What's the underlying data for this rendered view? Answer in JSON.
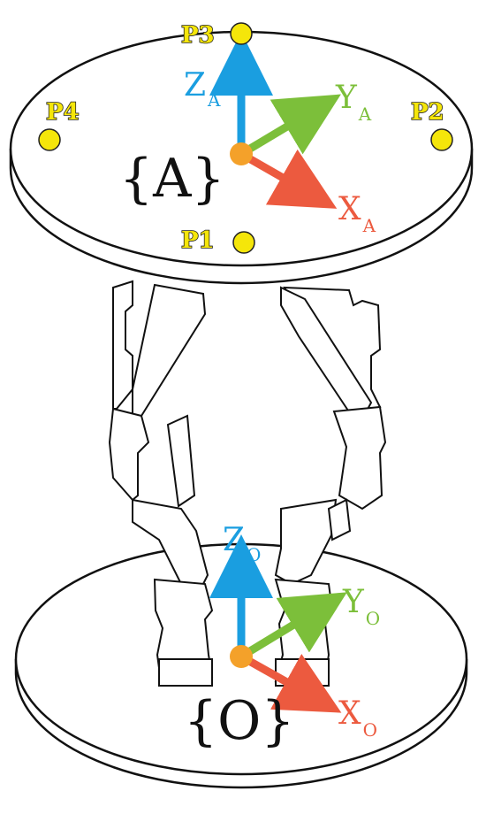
{
  "frames": {
    "top": {
      "label": "{A}"
    },
    "bottom": {
      "label": "{O}"
    }
  },
  "axes": {
    "top": {
      "z": {
        "main": "Z",
        "sub": "A"
      },
      "y": {
        "main": "Y",
        "sub": "A"
      },
      "x": {
        "main": "X",
        "sub": "A"
      }
    },
    "bottom": {
      "z": {
        "main": "Z",
        "sub": "O"
      },
      "y": {
        "main": "Y",
        "sub": "O"
      },
      "x": {
        "main": "X",
        "sub": "O"
      }
    }
  },
  "points": [
    {
      "label": "P1"
    },
    {
      "label": "P2"
    },
    {
      "label": "P3"
    },
    {
      "label": "P4"
    }
  ],
  "colors": {
    "z_axis": "#1a9ee0",
    "y_axis": "#7cbf3a",
    "x_axis": "#ec5a3f",
    "origin": "#f4a12a",
    "point_fill": "#f5e60a"
  }
}
